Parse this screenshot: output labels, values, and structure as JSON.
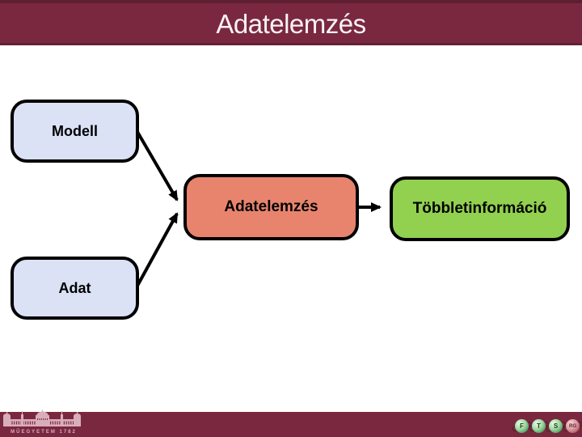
{
  "slide": {
    "title": "Adatelemzés"
  },
  "diagram": {
    "nodes": {
      "modell": {
        "label": "Modell",
        "fill": "#dbe2f6"
      },
      "adat": {
        "label": "Adat",
        "fill": "#dbe2f6"
      },
      "adatelemzes": {
        "label": "Adatelemzés",
        "fill": "#e8846e"
      },
      "tobbletinformacio": {
        "label": "Többletinformáció",
        "fill": "#92d050"
      }
    },
    "edges": [
      {
        "from": "modell",
        "to": "adatelemzes"
      },
      {
        "from": "adat",
        "to": "adatelemzes"
      },
      {
        "from": "adatelemzes",
        "to": "tobbletinformacio"
      }
    ]
  },
  "footer": {
    "university_logo": {
      "caption": "MŰEGYETEM 1782"
    },
    "orb_icons": [
      {
        "letter": "F",
        "color": "#8fcf8f"
      },
      {
        "letter": "T",
        "color": "#8fcf8f"
      },
      {
        "letter": "S",
        "color": "#8fcf8f"
      },
      {
        "letter": "RG",
        "color": "#d98a93"
      }
    ]
  },
  "colors": {
    "maroon": "#7a2840",
    "maroon_dark": "#5e1f31",
    "node_blue": "#dbe2f6",
    "node_salmon": "#e8846e",
    "node_green": "#92d050",
    "node_border": "#000000",
    "title_text": "#f7f2f3",
    "logo_tint": "#d9aeba"
  }
}
